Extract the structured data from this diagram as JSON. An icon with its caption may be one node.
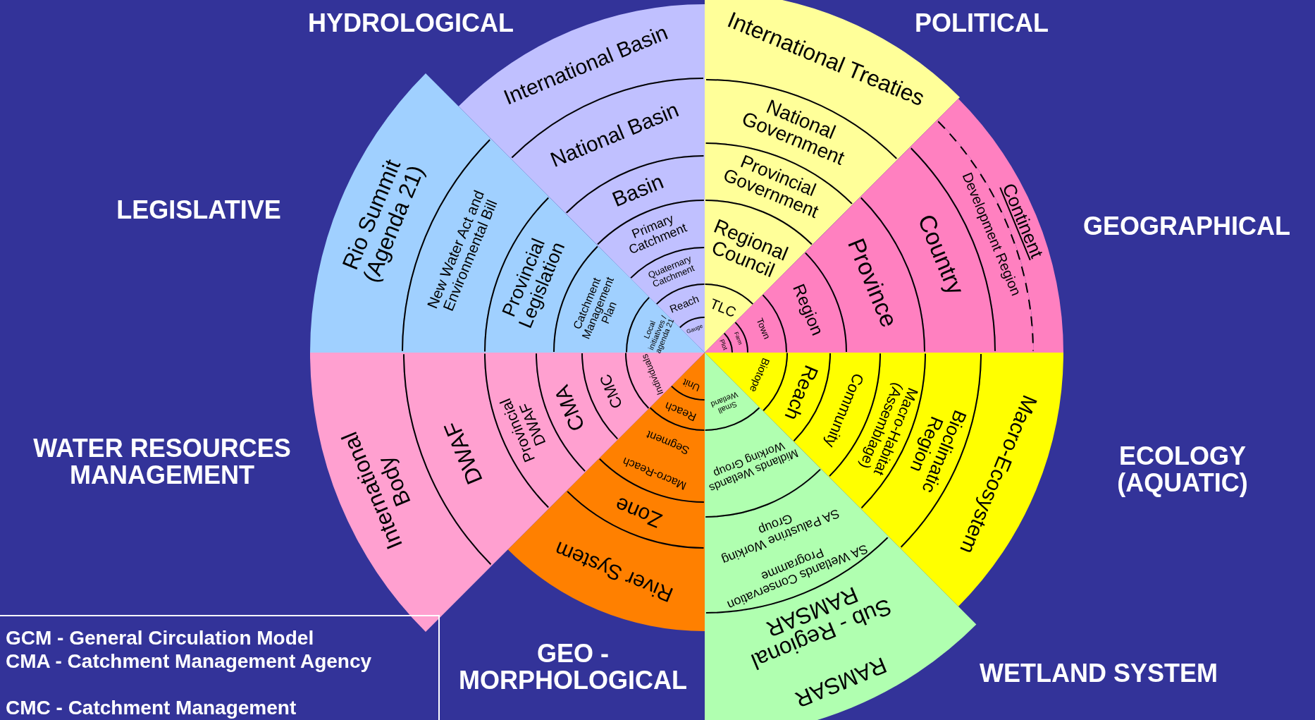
{
  "diagram": {
    "nodes": [
      {
        "text": [
          "International Basin"
        ]
      },
      {
        "text": [
          "National Basin"
        ]
      },
      {
        "text": [
          "Basin"
        ]
      },
      {
        "text": [
          "Primary Catchment"
        ]
      },
      {
        "text": [
          "Quaternary Catchment"
        ]
      },
      {
        "text": [
          "Reach"
        ]
      },
      {
        "text": [
          "Gauge"
        ]
      },
      {
        "text": [
          "International Treaties"
        ]
      },
      {
        "text": [
          "National Government"
        ]
      },
      {
        "text": [
          "Provincial Government"
        ]
      },
      {
        "text": [
          "Regional Council"
        ]
      },
      {
        "text": [
          "TLC"
        ]
      },
      {
        "text": [
          "Continent"
        ]
      },
      {
        "text": [
          "Development Region"
        ]
      },
      {
        "text": [
          "Country"
        ]
      },
      {
        "text": [
          "Province"
        ]
      },
      {
        "text": [
          "Region"
        ]
      },
      {
        "text": [
          "Town"
        ]
      },
      {
        "text": [
          "Farm"
        ]
      },
      {
        "text": [
          "Plot"
        ]
      },
      {
        "text": [
          "Macro-Ecosystem"
        ]
      },
      {
        "text": [
          "Bioclimatic Region"
        ]
      },
      {
        "text": [
          "Macro-Habitat (Assemblage)"
        ]
      },
      {
        "text": [
          "Community"
        ]
      },
      {
        "text": [
          "Reach"
        ]
      },
      {
        "text": [
          "Biotope"
        ]
      },
      {
        "text": [
          "RAMSAR",
          "Sub - Regional RAMSAR"
        ]
      },
      {
        "text": [
          "SA Wetlands Conservation Programme",
          "SA Palustrine Working Group"
        ]
      },
      {
        "text": [
          "Midlands Wetlands Working Group"
        ]
      },
      {
        "text": [
          "Small Wetland"
        ]
      },
      {
        "text": [
          "River System"
        ]
      },
      {
        "text": [
          "Zone"
        ]
      },
      {
        "text": [
          "Macro-Reach",
          "Segment"
        ]
      },
      {
        "text": [
          "Reach"
        ]
      },
      {
        "text": [
          "Unit"
        ]
      },
      {
        "text": [
          "International Body"
        ]
      },
      {
        "text": [
          "DWAF"
        ]
      },
      {
        "text": [
          "Provincial DWAF"
        ]
      },
      {
        "text": [
          "CMA"
        ]
      },
      {
        "text": [
          "CMC"
        ]
      },
      {
        "text": [
          "Individuals"
        ]
      },
      {
        "text": [
          "Rio Summit (Agenda 21)"
        ]
      },
      {
        "text": [
          "New Water Act and Environmental Bill"
        ]
      },
      {
        "text": [
          "Provincial Legislation"
        ]
      },
      {
        "text": [
          "Catchment Management Plan"
        ]
      },
      {
        "text": [
          "Local initiatives / agenda 21"
        ]
      }
    ],
    "labels": [
      "HYDROLOGICAL",
      "POLITICAL",
      "LEGISLATIVE",
      "GEOGRAPHICAL",
      "WATER RESOURCES MANAGEMENT",
      "ECOLOGY (AQUATIC)",
      "GEO - MORPHOLOGICAL",
      "WETLAND SYSTEM",
      "GCM - General Circulation Model",
      "CMA - Catchment Management Agency",
      "CMC - Catchment Management"
    ]
  }
}
